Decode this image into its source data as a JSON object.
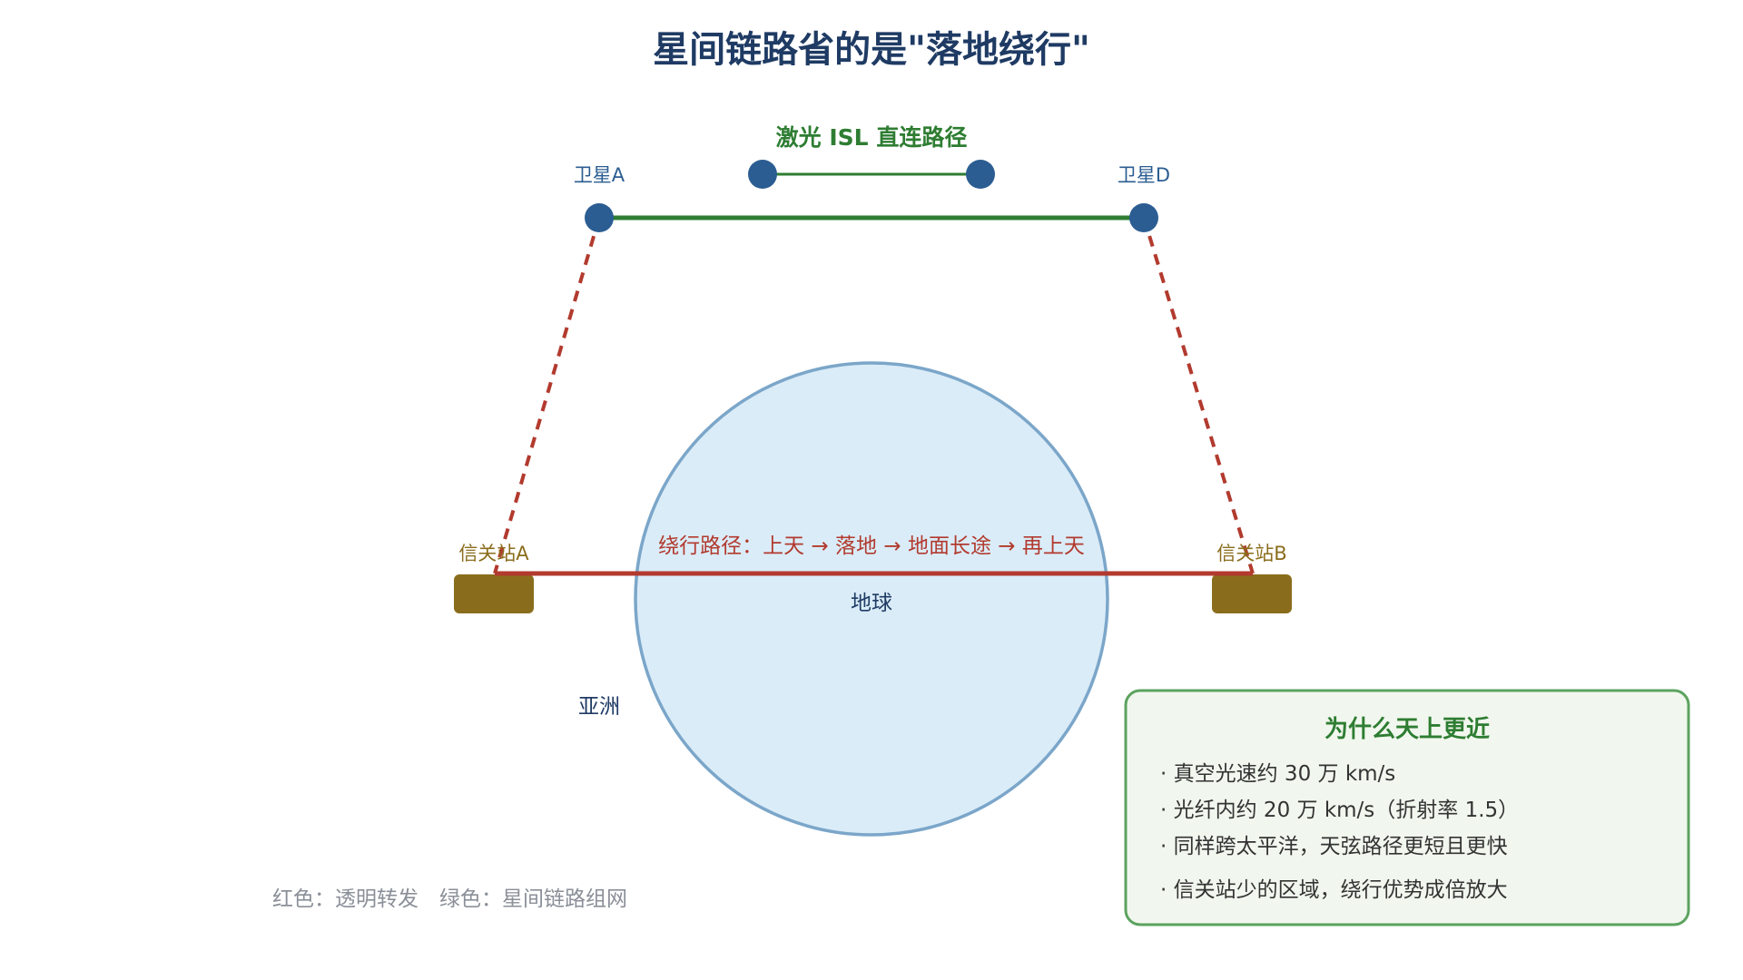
{
  "title": "星间链路省的是\"落地绕行\"",
  "isl_label": "激光 ISL 直连路径",
  "satellites": {
    "a_label": "卫星A",
    "d_label": "卫星D"
  },
  "gateways": {
    "a_label": "信关站A",
    "b_label": "信关站B"
  },
  "detour_label": "绕行路径：上天 → 落地 → 地面长途 → 再上天",
  "earth_label": "地球",
  "asia_label": "亚洲",
  "legend": "红色：透明转发　绿色：星间链路组网",
  "info_box": {
    "title": "为什么天上更近",
    "items": [
      "· 真空光速约 30 万 km/s",
      "· 光纤内约 20 万 km/s（折射率 1.5）",
      "· 同样跨太平洋，天弦路径更短且更快",
      "· 信关站少的区域，绕行优势成倍放大"
    ]
  },
  "colors": {
    "title": "#1f3b64",
    "satellite": "#2b5d92",
    "isl": "#2e7d32",
    "detour": "#b23a2e",
    "gateway": "#8a6d1c",
    "earth_fill": "#daecf8",
    "earth_stroke": "#7ba6c9",
    "box_fill": "#f1f7ee",
    "box_stroke": "#5ca35f"
  }
}
